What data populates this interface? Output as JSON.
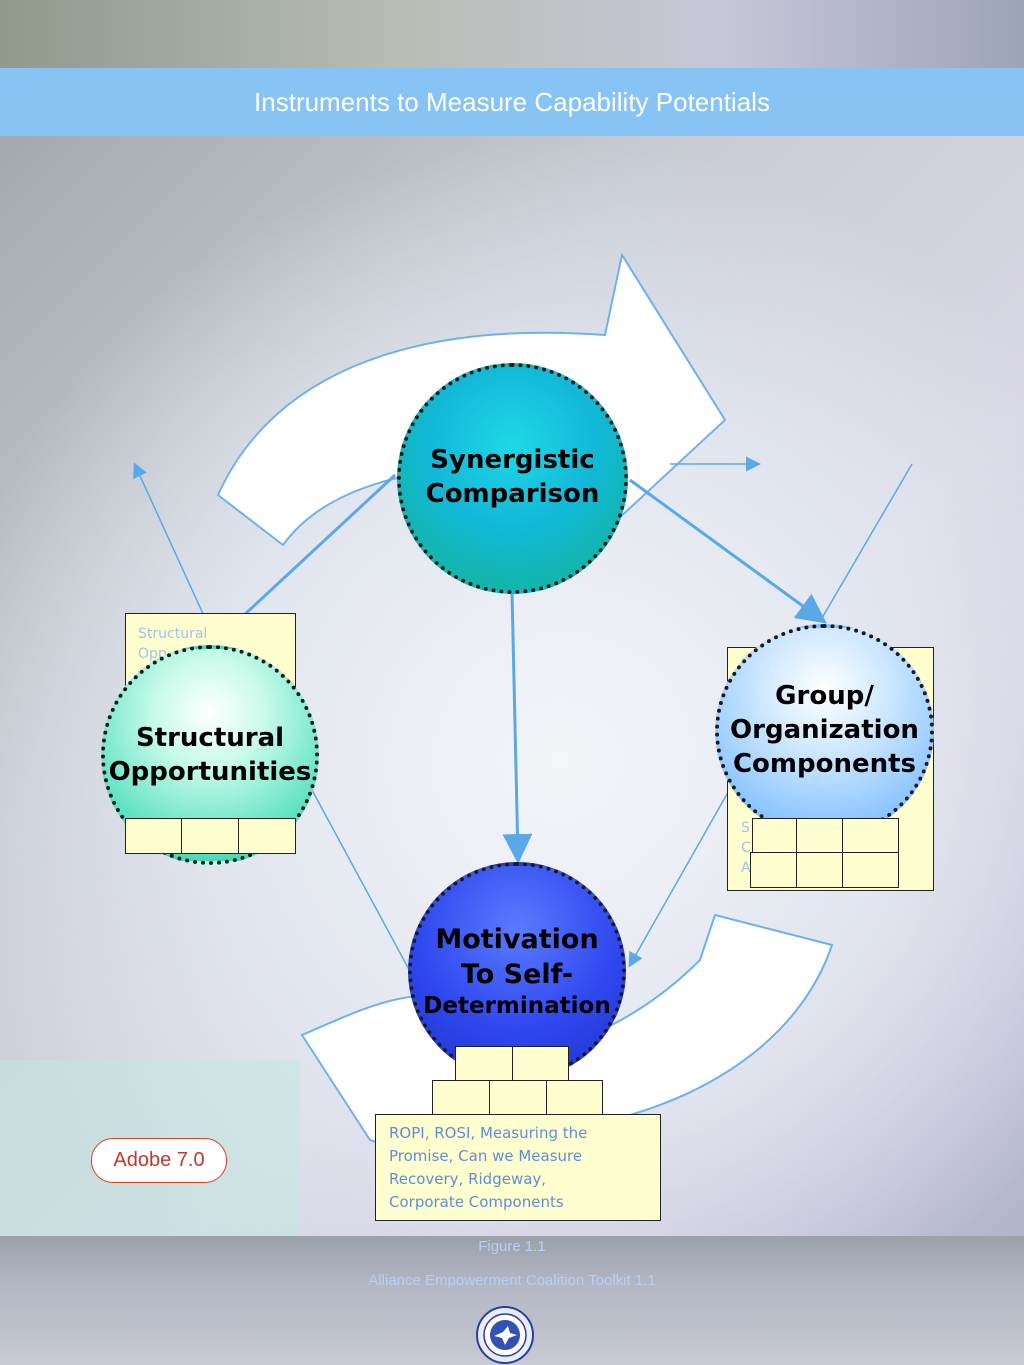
{
  "header": {
    "title": "Instruments to Measure Capability Potentials"
  },
  "nodes": {
    "synergistic": {
      "line1": "Synergistic",
      "line2": "Comparison"
    },
    "structural": {
      "line1": "Structural",
      "line2": "Opportunities"
    },
    "group": {
      "line1": "Group/",
      "line2": "Organization",
      "line3": "Components"
    },
    "motivation": {
      "line1": "Motivation",
      "line2": "To Self-",
      "line3": "Determination"
    }
  },
  "notes": {
    "structural_partial": {
      "line1": "Structural",
      "line2": "Opp"
    },
    "group_partial": {
      "line1": "S",
      "line2": "C",
      "line3": "A"
    },
    "motivation": {
      "line1": "ROPI, ROSI, Measuring the",
      "line2": "Promise, Can we Measure",
      "line3": "Recovery, Ridgeway,",
      "line4": "Corporate Components"
    }
  },
  "badge": {
    "label": "Adobe 7.0"
  },
  "footer": {
    "figure": "Figure 1.1",
    "caption": "Alliance Empowerment Coalition Toolkit 1.1"
  },
  "colors": {
    "title_bar": "#88c3f6",
    "arrow_stroke": "#5aa9e6",
    "synergistic": "#1fc6c6",
    "structural": "#33d4b4",
    "group": "#5aa8f0",
    "motivation": "#2a40e8"
  }
}
